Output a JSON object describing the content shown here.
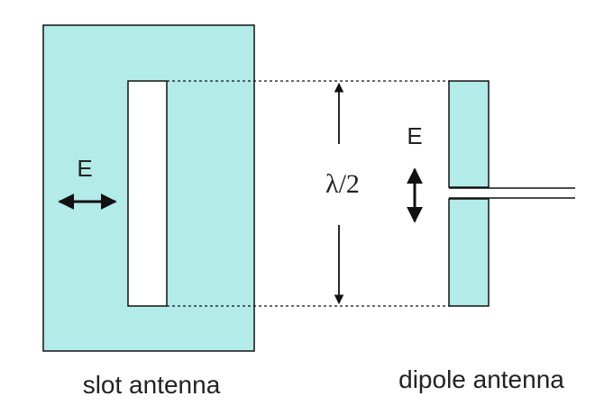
{
  "colors": {
    "antenna_fill": "#b2ebe8",
    "stroke": "#111111",
    "background": "#ffffff"
  },
  "labels": {
    "slot_field": "E",
    "dipole_field": "E",
    "wavelength": "λ/2",
    "slot_caption": "slot antenna",
    "dipole_caption": "dipole antenna"
  }
}
